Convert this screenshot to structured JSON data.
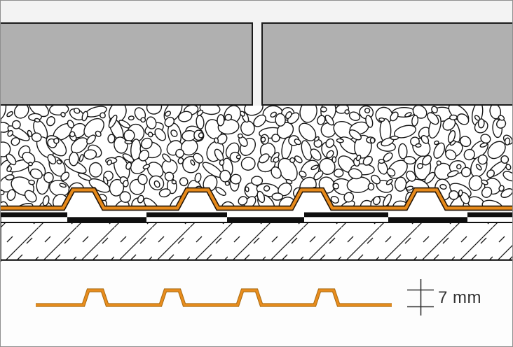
{
  "diagram": {
    "type": "construction-cross-section",
    "dimension_label": "7 mm",
    "colors": {
      "membrane_orange": "#e78a1b",
      "membrane_outline": "#221407",
      "paver_gray": "#b0b0b0",
      "line_black": "#111111",
      "top_background": "#f3f3f3",
      "bottom_background": "#fdfdfd"
    },
    "layers": [
      {
        "name": "paver-slabs"
      },
      {
        "name": "gravel-bed"
      },
      {
        "name": "studded-drainage-membrane"
      },
      {
        "name": "bonding-strip-courses"
      },
      {
        "name": "hatched-screed-substrate"
      },
      {
        "name": "membrane-profile-detail"
      }
    ]
  }
}
